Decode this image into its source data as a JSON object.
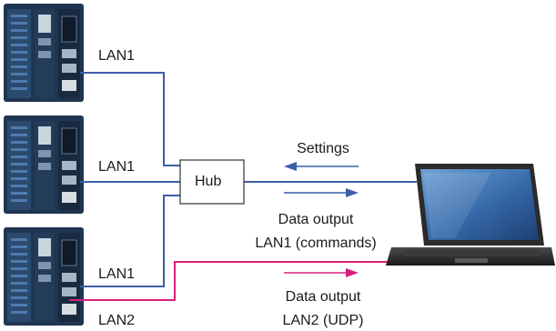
{
  "diagram": {
    "devices": [
      {
        "port_label": "LAN1"
      },
      {
        "port_label": "LAN1"
      },
      {
        "port_label": "LAN1",
        "second_port_label": "LAN2"
      }
    ],
    "hub_label": "Hub",
    "arrows": {
      "settings": "Settings",
      "data_output_lan1_line1": "Data output",
      "data_output_lan1_line2": "LAN1 (commands)",
      "data_output_lan2_line1": "Data output",
      "data_output_lan2_line2": "LAN2 (UDP)"
    },
    "colors": {
      "lan1_line": "#3b5ea8",
      "lan2_line": "#d8207a",
      "arrow_blue": "#3b5ea8",
      "arrow_pink": "#d8207a",
      "device_body": "#1f3550",
      "device_panel": "#2c4a6e",
      "laptop_body": "#2b2b2b"
    }
  }
}
